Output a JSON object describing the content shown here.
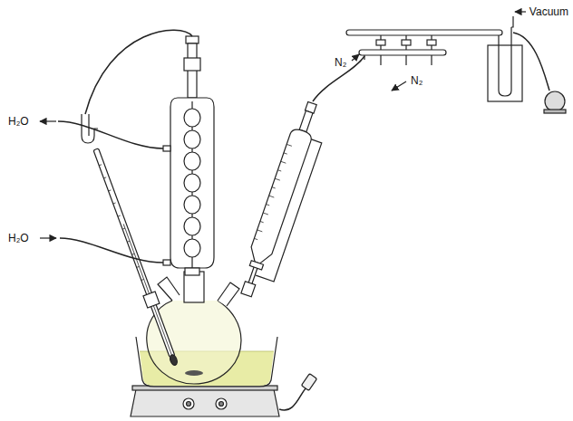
{
  "diagram": {
    "labels": [
      "H₂O",
      "H₂O",
      "N₂",
      "N₂",
      "Vacuum"
    ]
  }
}
